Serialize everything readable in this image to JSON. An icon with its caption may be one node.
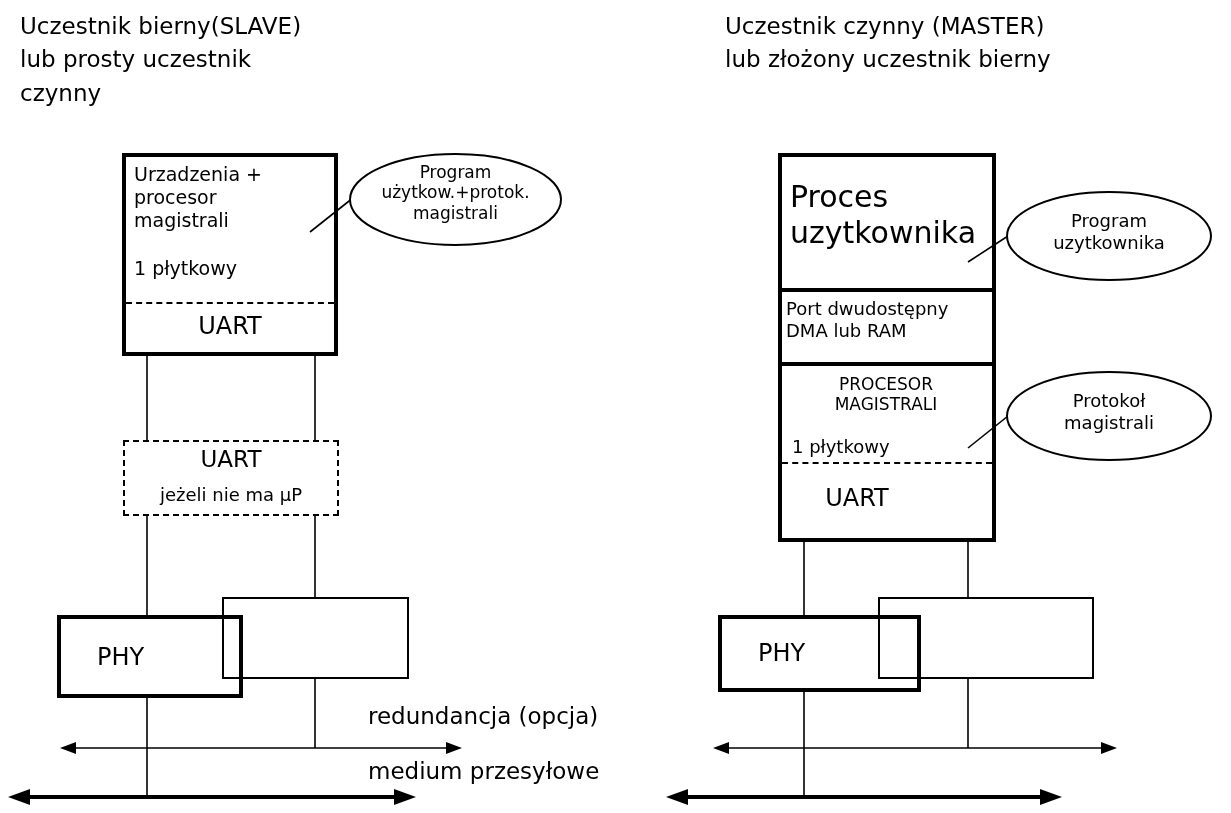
{
  "diagram": {
    "nodes": [
      {
        "text": [
          "Urzadzenia + procesor magistrali",
          "1 płytkowy"
        ]
      },
      {
        "text": [
          "UART"
        ],
        "in": 0
      },
      {
        "text": [
          "Program użytkow.+protok. magistrali"
        ]
      },
      {
        "text": [
          "UART",
          "jeżeli nie ma µP"
        ]
      },
      {
        "text": [
          "PHY"
        ]
      },
      {
        "text": [],
        "shape": "box"
      },
      {
        "text": [],
        "shape": "line"
      },
      {
        "text": [],
        "shape": "line"
      },
      {
        "text": [
          "Proces uzytkownika"
        ]
      },
      {
        "text": [
          "Program uzytkownika"
        ]
      },
      {
        "text": [
          "Port dwudostępny DMA lub RAM"
        ]
      },
      {
        "text": [
          "PROCESOR MAGISTRALI",
          "1 płytkowy"
        ]
      },
      {
        "text": [
          "UART"
        ],
        "in": 11
      },
      {
        "text": [
          "Protokoł magistrali"
        ]
      },
      {
        "text": [
          "PHY"
        ]
      },
      {
        "text": [],
        "shape": "box"
      },
      {
        "text": [],
        "shape": "line"
      },
      {
        "text": [],
        "shape": "line"
      }
    ],
    "edges": [
      {
        "from": 2,
        "to": 0,
        "arrow": "none"
      },
      {
        "from": 1,
        "to": 3,
        "arrow": "none"
      },
      {
        "from": 1,
        "to": 3,
        "arrow": "none"
      },
      {
        "from": 3,
        "to": 4,
        "arrow": "none"
      },
      {
        "from": 3,
        "to": 5,
        "arrow": "none"
      },
      {
        "from": 4,
        "to": 7,
        "arrow": "none"
      },
      {
        "from": 5,
        "to": 6,
        "arrow": "none"
      },
      {
        "from": 9,
        "to": 8,
        "arrow": "none"
      },
      {
        "from": 13,
        "to": 11,
        "arrow": "none"
      },
      {
        "from": 12,
        "to": 14,
        "arrow": "none"
      },
      {
        "from": 12,
        "to": 15,
        "arrow": "none"
      },
      {
        "from": 14,
        "to": 17,
        "arrow": "none"
      },
      {
        "from": 15,
        "to": 16,
        "arrow": "none"
      }
    ],
    "labels": [
      "Uczestnik bierny(SLAVE) lub prosty uczestnik czynny",
      "Uczestnik czynny (MASTER) lub złożony uczestnik bierny",
      "redundancja (opcja)",
      "medium przesyłowe"
    ]
  }
}
